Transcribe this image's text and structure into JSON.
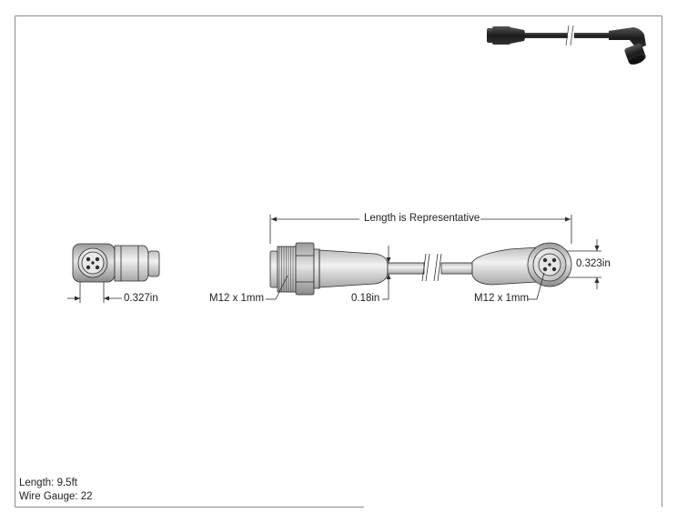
{
  "dimensions": {
    "length_label": "Length is Representative",
    "left_end_width": "0.327in",
    "right_end_diameter": "0.323in",
    "cable_diameter": "0.18in"
  },
  "threads": {
    "male_end": "M12 x 1mm",
    "female_end": "M12 x 1mm"
  },
  "specs": {
    "length_label": "Length:",
    "length_value": "9.5ft",
    "gauge_label": "Wire Gauge:",
    "gauge_value": "22"
  },
  "colors": {
    "line": "#2b2b2b",
    "border": "#8c8c8c",
    "body_light": "#e8e8e8",
    "body_dark": "#9c9c9c",
    "thumb_dark": "#1e1e1e"
  }
}
